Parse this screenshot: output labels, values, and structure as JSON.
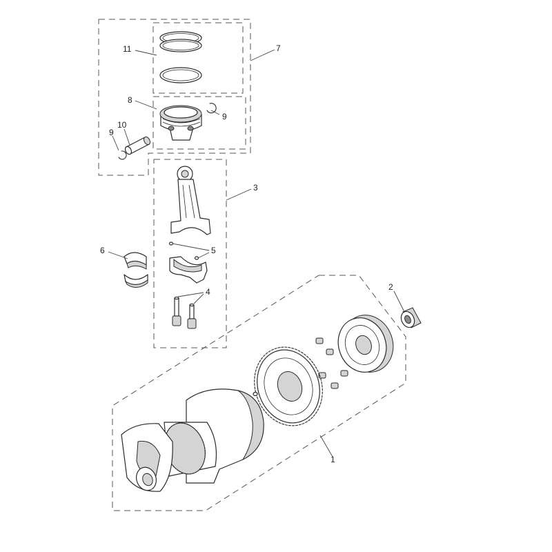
{
  "diagram": {
    "callouts": [
      {
        "id": "c1",
        "text": "1"
      },
      {
        "id": "c2",
        "text": "2"
      },
      {
        "id": "c3",
        "text": "3"
      },
      {
        "id": "c4",
        "text": "4"
      },
      {
        "id": "c5",
        "text": "5"
      },
      {
        "id": "c6",
        "text": "6"
      },
      {
        "id": "c7",
        "text": "7"
      },
      {
        "id": "c8",
        "text": "8"
      },
      {
        "id": "c9a",
        "text": "9"
      },
      {
        "id": "c9b",
        "text": "9"
      },
      {
        "id": "c10",
        "text": "10"
      },
      {
        "id": "c11",
        "text": "11"
      }
    ]
  }
}
